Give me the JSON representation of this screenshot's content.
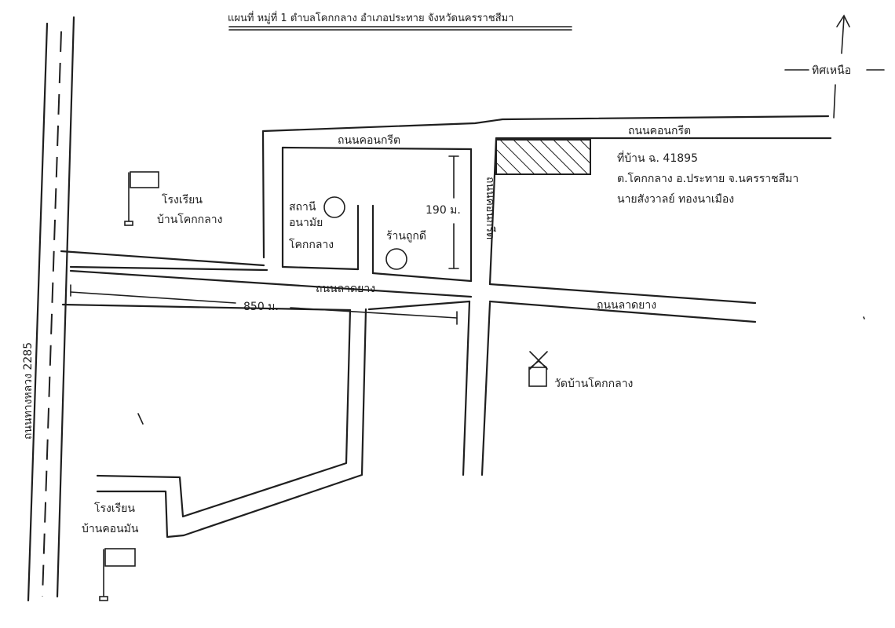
{
  "map": {
    "title": "แผนที่ หมู่ที่ 1 ตำบลโคกกลาง อำเภอประทาย จังหวัดนครราชสีมา",
    "north_label": "ทิศเหนือ",
    "roads": {
      "concrete_upper_left": "ถนนคอนกรีต",
      "concrete_upper_right": "ถนนคอนกรีต",
      "concrete_vertical": "ถนนคอนกรีต",
      "laterite_center": "ถนนลาดยาง",
      "laterite_right": "ถนนลาดยาง",
      "highway": "ถนนทางหลวง 2285"
    },
    "distances": {
      "horizontal": "850 ม.",
      "vertical": "190 ม."
    },
    "places": {
      "school_khok_klang_line1": "โรงเรียน",
      "school_khok_klang_line2": "บ้านโคกกลาง",
      "health_station_line1": "สถานี",
      "health_station_line2": "อนามัย",
      "health_station_line3": "โคกกลาง",
      "shop": "ร้านถูกดี",
      "temple": "วัดบ้านโคกกลาง",
      "school_khon_man_line1": "โรงเรียน",
      "school_khon_man_line2": "บ้านคอนมัน"
    },
    "plot": {
      "line1": "ที่บ้าน ฉ. 41895",
      "line2": "ต.โคกกลาง อ.ประทาย จ.นครราชสีมา",
      "line3": "นายสังวาลย์ ทองนาเมือง"
    }
  }
}
